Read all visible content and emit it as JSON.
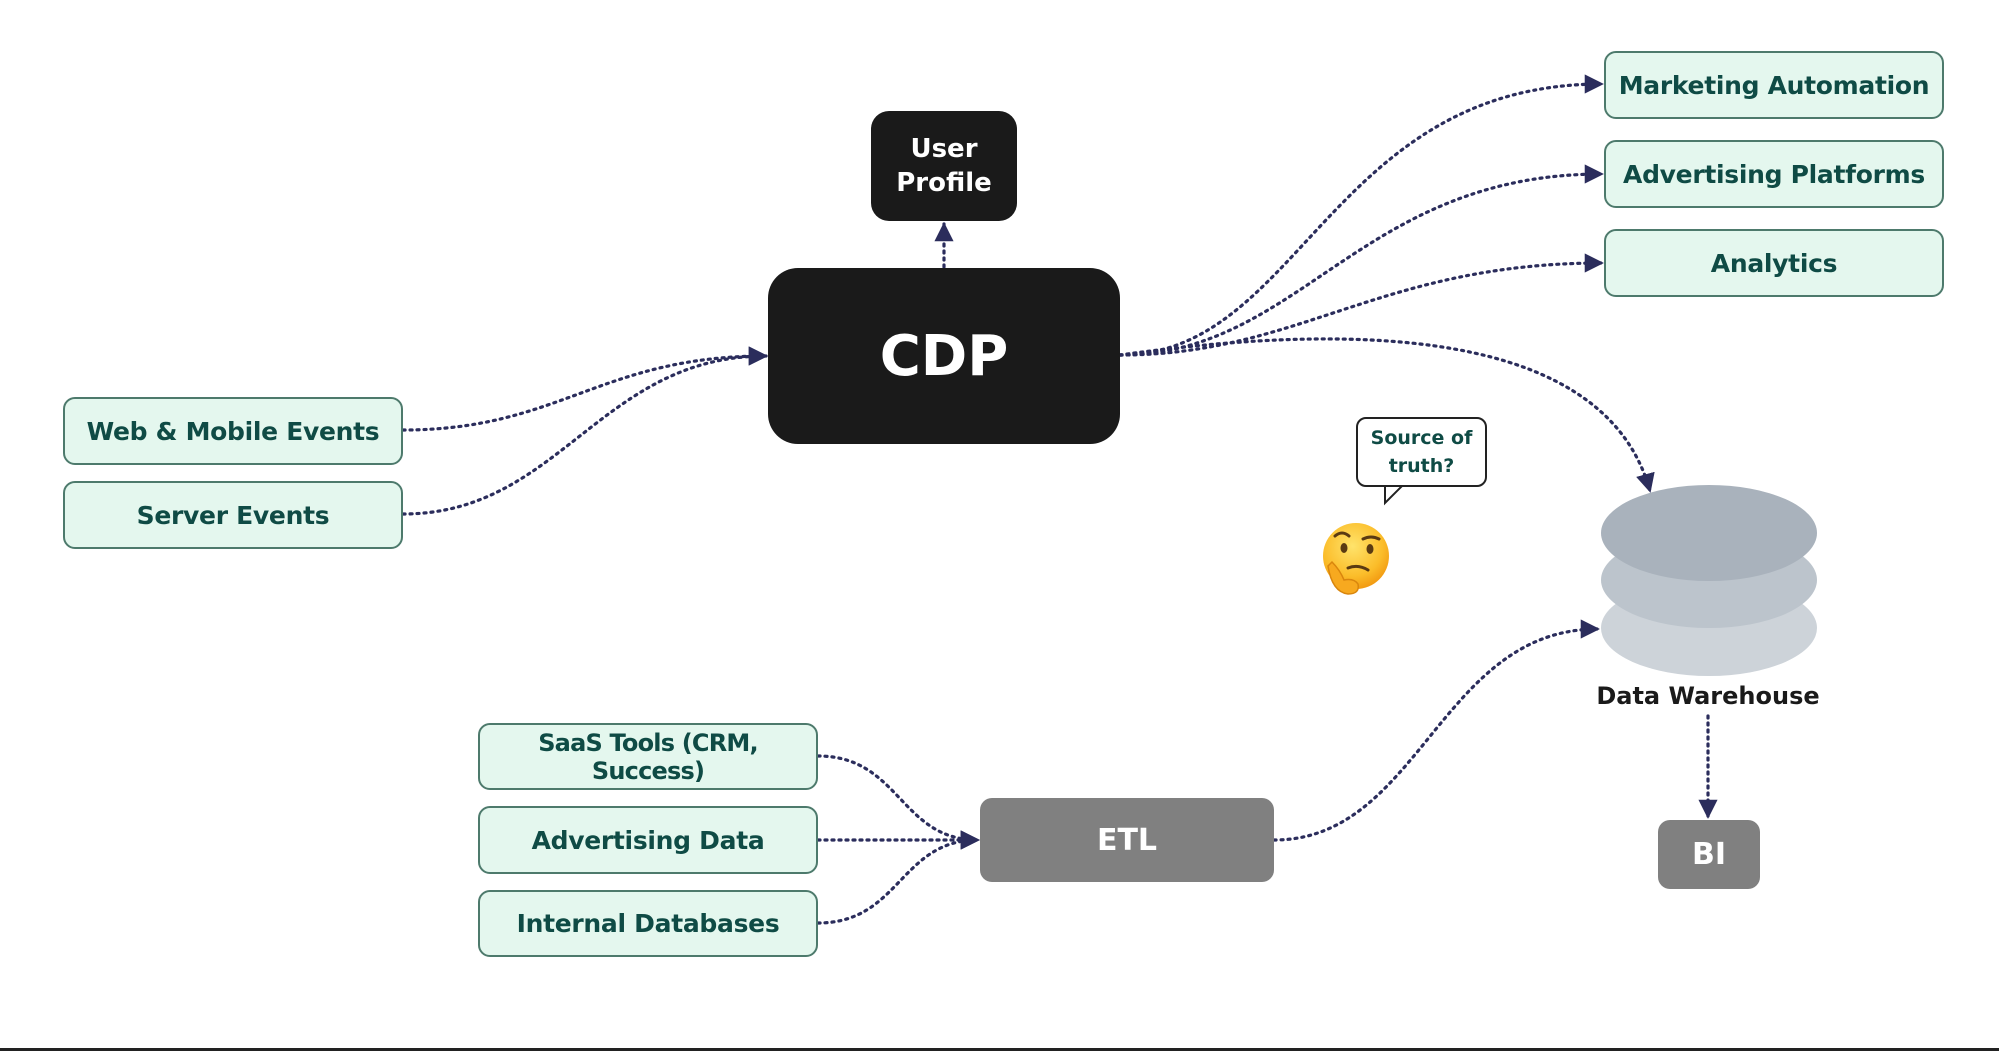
{
  "diagram": {
    "center": {
      "cdp": "CDP",
      "user_profile_line1": "User",
      "user_profile_line2": "Profile"
    },
    "event_sources": [
      {
        "label": "Web & Mobile Events"
      },
      {
        "label": "Server Events"
      }
    ],
    "destinations": [
      {
        "label": "Marketing Automation"
      },
      {
        "label": "Advertising Platforms"
      },
      {
        "label": "Analytics"
      }
    ],
    "etl_sources": [
      {
        "label": "SaaS Tools (CRM, Success)"
      },
      {
        "label": "Advertising Data"
      },
      {
        "label": "Internal Databases"
      }
    ],
    "etl": "ETL",
    "warehouse": "Data Warehouse",
    "bi": "BI",
    "callout": {
      "line1": "Source of",
      "line2": "truth?",
      "emoji": "thinking-face"
    },
    "edges": [
      {
        "from": "Web & Mobile Events",
        "to": "CDP"
      },
      {
        "from": "Server Events",
        "to": "CDP"
      },
      {
        "from": "CDP",
        "to": "User Profile"
      },
      {
        "from": "CDP",
        "to": "Marketing Automation"
      },
      {
        "from": "CDP",
        "to": "Advertising Platforms"
      },
      {
        "from": "CDP",
        "to": "Analytics"
      },
      {
        "from": "CDP",
        "to": "Data Warehouse"
      },
      {
        "from": "SaaS Tools (CRM, Success)",
        "to": "ETL"
      },
      {
        "from": "Advertising Data",
        "to": "ETL"
      },
      {
        "from": "Internal Databases",
        "to": "ETL"
      },
      {
        "from": "ETL",
        "to": "Data Warehouse"
      },
      {
        "from": "Data Warehouse",
        "to": "BI"
      }
    ]
  },
  "colors": {
    "source_fill": "#e4f7ee",
    "source_border": "#4d7a6c",
    "source_text": "#0f4b45",
    "cdp_fill": "#1a1a1a",
    "etl_fill": "#808080",
    "connector": "#2b2d5c",
    "db_top": "#a9b2bc",
    "db_mid": "#bcc4cc",
    "db_bottom": "#cdd3d9"
  }
}
